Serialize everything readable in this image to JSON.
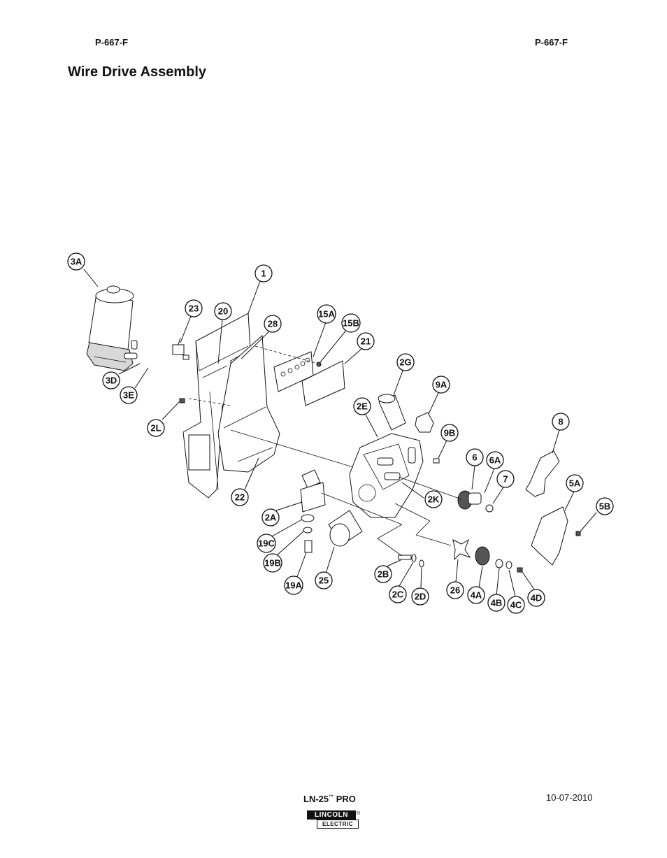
{
  "header": {
    "left_code": "P-667-F",
    "right_code": "P-667-F"
  },
  "title": "Wire Drive Assembly",
  "callouts": [
    "3A",
    "1",
    "23",
    "20",
    "28",
    "15A",
    "15B",
    "21",
    "2G",
    "9A",
    "3D",
    "3E",
    "2E",
    "2L",
    "9B",
    "8",
    "6",
    "6A",
    "7",
    "5A",
    "22",
    "2K",
    "2A",
    "5B",
    "19C",
    "19B",
    "2B",
    "19A",
    "25",
    "26",
    "4A",
    "4B",
    "4C",
    "4D",
    "2C",
    "2D"
  ],
  "footer": {
    "model": "LN-25",
    "model_tm": "™",
    "model_suffix": "PRO",
    "date": "10-07-2010"
  },
  "logo": {
    "top": "LINCOLN",
    "bottom": "ELECTRIC",
    "reg": "®"
  }
}
